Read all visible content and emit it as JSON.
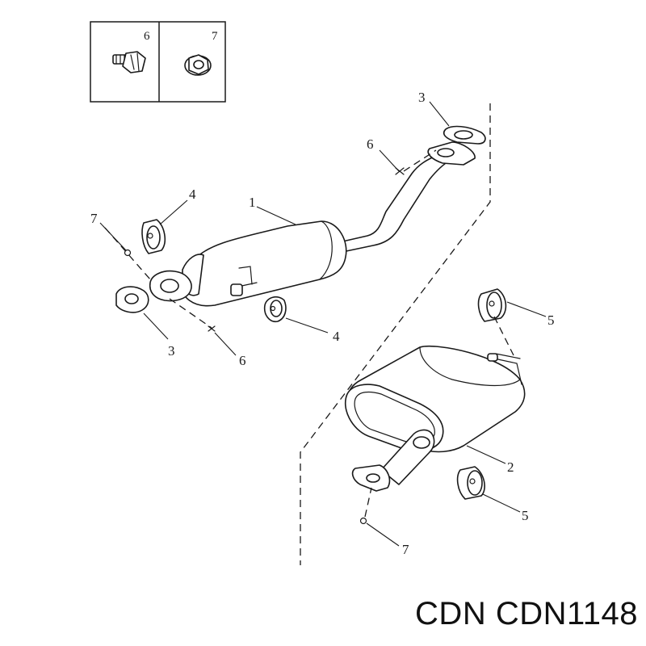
{
  "inset": {
    "left_label": "6",
    "right_label": "7"
  },
  "callouts": [
    {
      "id": "front-pipe-catalyst",
      "label": "1"
    },
    {
      "id": "rear-silencer",
      "label": "2"
    },
    {
      "id": "gasket-upper",
      "label": "3"
    },
    {
      "id": "gasket-left",
      "label": "3"
    },
    {
      "id": "mounting-rubber-upper",
      "label": "4"
    },
    {
      "id": "mounting-rubber-lower",
      "label": "4"
    },
    {
      "id": "rubber-hanger-rear-upper",
      "label": "5"
    },
    {
      "id": "rubber-hanger-rear-lower",
      "label": "5"
    },
    {
      "id": "bolt-upper",
      "label": "6"
    },
    {
      "id": "bolt-lower",
      "label": "6"
    },
    {
      "id": "nut-left",
      "label": "7"
    },
    {
      "id": "nut-bottom",
      "label": "7"
    }
  ],
  "caption": "CDN CDN1148",
  "colors": {
    "line": "#1a1a1a",
    "background": "#ffffff"
  }
}
